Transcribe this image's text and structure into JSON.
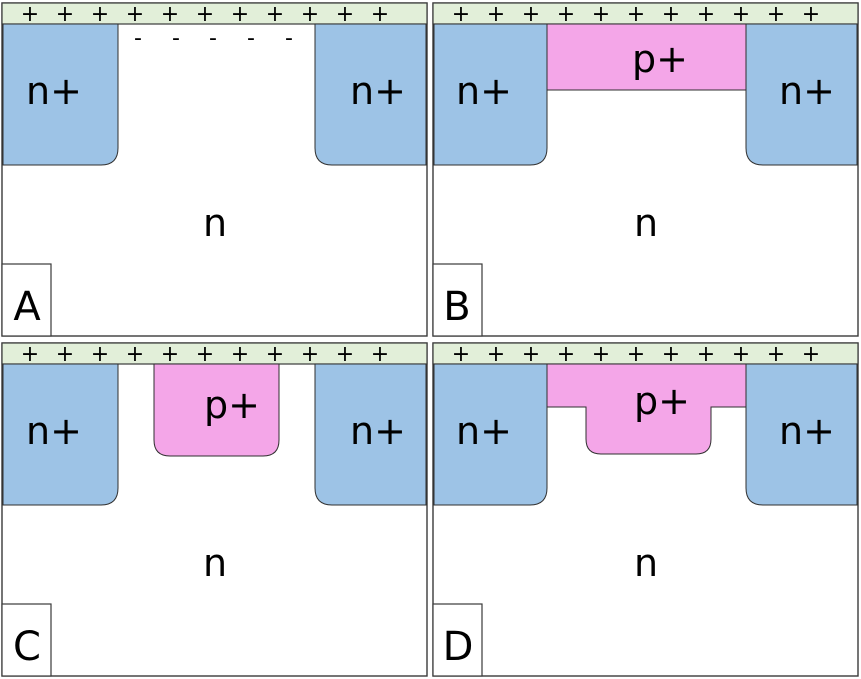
{
  "panels": [
    {
      "letter": "A",
      "oxide_charges": [
        "+",
        "+",
        "+",
        "+",
        "+",
        "+",
        "+",
        "+",
        "+",
        "+",
        "+"
      ],
      "surface_charges": [
        "-",
        "-",
        "-",
        "-",
        "-"
      ],
      "left_region": "n+",
      "right_region": "n+",
      "substrate": "n"
    },
    {
      "letter": "B",
      "oxide_charges": [
        "+",
        "+",
        "+",
        "+",
        "+",
        "+",
        "+",
        "+",
        "+",
        "+",
        "+"
      ],
      "pplus": "p+",
      "left_region": "n+",
      "right_region": "n+",
      "substrate": "n"
    },
    {
      "letter": "C",
      "oxide_charges": [
        "+",
        "+",
        "+",
        "+",
        "+",
        "+",
        "+",
        "+",
        "+",
        "+",
        "+"
      ],
      "pplus": "p+",
      "left_region": "n+",
      "right_region": "n+",
      "substrate": "n"
    },
    {
      "letter": "D",
      "oxide_charges": [
        "+",
        "+",
        "+",
        "+",
        "+",
        "+",
        "+",
        "+",
        "+",
        "+",
        "+"
      ],
      "pplus": "p+",
      "left_region": "n+",
      "right_region": "n+",
      "substrate": "n"
    }
  ],
  "colors": {
    "oxide": "#e2efd9",
    "n_plus": "#9dc3e6",
    "p_plus": "#f4a6e8",
    "substrate": "#ffffff"
  }
}
